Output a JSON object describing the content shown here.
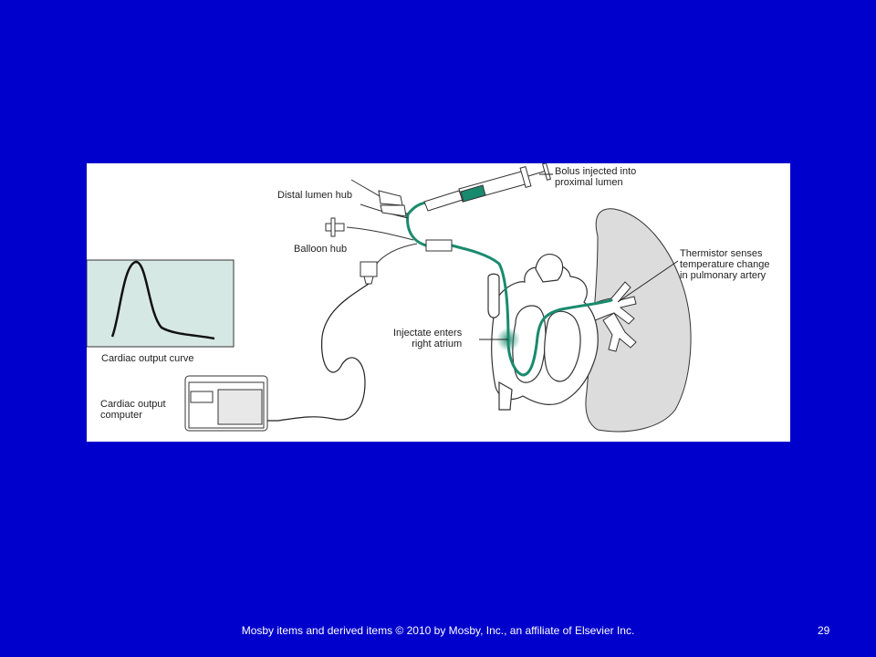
{
  "figure": {
    "labels": {
      "distal_lumen_hub": "Distal lumen hub",
      "balloon_hub": "Balloon hub",
      "bolus": "Bolus injected into\nproximal lumen",
      "thermistor": "Thermistor senses\ntemperature change\nin pulmonary artery",
      "injectate": "Injectate enters\nright atrium",
      "cardiac_output_curve": "Cardiac output curve",
      "cardiac_output_computer": "Cardiac output\ncomputer"
    },
    "colors": {
      "catheter": "#1a8a6e",
      "lung": "#dcdcdc",
      "monitor_screen": "#d6e8e4",
      "line": "#222222"
    }
  },
  "footer": {
    "copyright": "Mosby items and derived items © 2010 by Mosby, Inc., an affiliate of Elsevier Inc.",
    "page_number": "29"
  }
}
